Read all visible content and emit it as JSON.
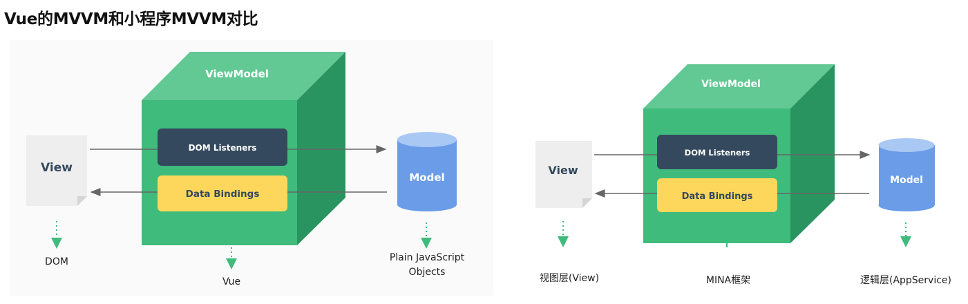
{
  "page": {
    "title": "Vue的MVVM和小程序MVVM对比"
  },
  "left_diagram": {
    "viewmodel_label": "ViewModel",
    "view_label": "View",
    "model_label": "Model",
    "dom_listeners_label": "DOM Listeners",
    "data_bindings_label": "Data Bindings",
    "caption_view": "DOM",
    "caption_viewmodel": "Vue",
    "caption_model_line1": "Plain JavaScript",
    "caption_model_line2": "Objects"
  },
  "right_diagram": {
    "viewmodel_label": "ViewModel",
    "view_label": "View",
    "model_label": "Model",
    "dom_listeners_label": "DOM Listeners",
    "data_bindings_label": "Data Bindings",
    "caption_view": "视图层(View)",
    "caption_viewmodel": "MINA框架",
    "caption_model": "逻辑层(AppService)"
  },
  "colors": {
    "cube_front": "#3fbb7c",
    "cube_top": "#62c894",
    "cube_side": "#2a9461",
    "listeners_box": "#34495e",
    "bindings_box": "#fdd75b",
    "model_body": "#6a9ce8",
    "model_top": "#a9c8f4",
    "view_page": "#eeeeee",
    "arrow": "#666666",
    "dots": "#3fbb7c"
  }
}
